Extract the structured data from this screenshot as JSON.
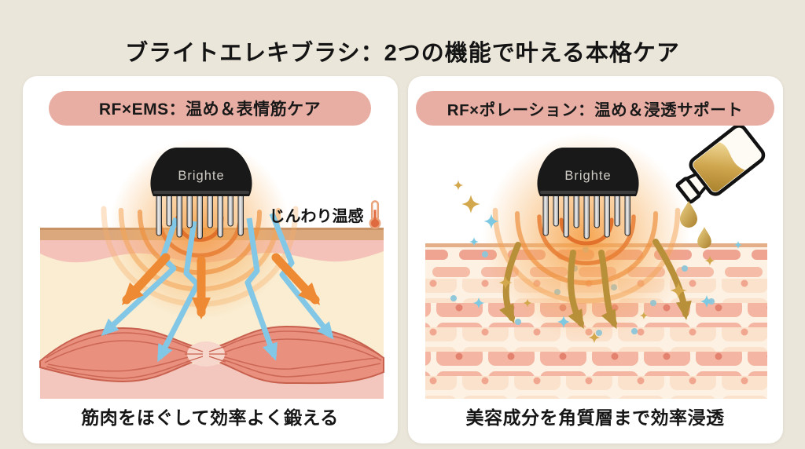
{
  "title": "ブライトエレキブラシ：2つの機能で叶える本格ケア",
  "brand": "Brighte",
  "left": {
    "header": "RF×EMS：温め＆表情筋ケア",
    "warm_label": "じんわり温感",
    "caption": "筋肉をほぐして効率よく鍛える"
  },
  "right": {
    "header": "RF×ポレーション：温め＆浸透サポート",
    "caption": "美容成分を角質層まで効率浸透"
  },
  "icons": {
    "warm": "thermometer-icon",
    "serum": "dropper-bottle-icon",
    "sparkle": "sparkle-icon"
  },
  "colors": {
    "background": "#EBE6DA",
    "panel": "#FFFFFF",
    "header_pill": "#E9AEA3",
    "text": "#1A1A1A",
    "heat_orange": "#EE8A33",
    "ems_blue": "#82C7E6",
    "serum_gold": "#C19A3F",
    "muscle": "#E9907F",
    "skin_cream": "#FAEDD2"
  }
}
